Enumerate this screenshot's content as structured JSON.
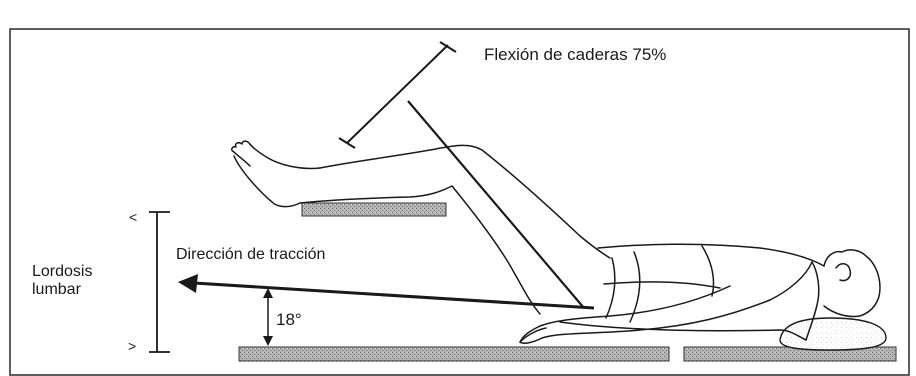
{
  "labels": {
    "hip_flexion": "Flexión de caderas 75%",
    "traction_direction": "Dirección de tracción",
    "lumbar_lordosis_line1": "Lordosis",
    "lumbar_lordosis_line2": "lumbar",
    "angle": "18°",
    "less_than_marker": "<",
    "greater_than_marker": ">"
  },
  "colors": {
    "line": "#1a1a1a",
    "frame": "#2a2a2a",
    "platform_fill": "#9a9a9a",
    "skin_shading": "#e8e8e8",
    "background": "#ffffff"
  },
  "icons": {
    "traction_arrow": "left-arrow",
    "angle_indicator": "double-vertical-arrow",
    "lordosis_range": "vertical-range-bar"
  }
}
